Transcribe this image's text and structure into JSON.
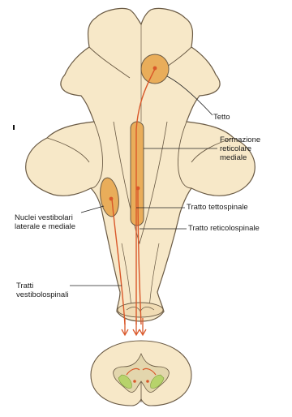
{
  "labels": {
    "tetto": "Tetto",
    "formazione": "Formazione\nreticolare\nmediale",
    "tettospinale": "Tratto tettospinale",
    "reticolospinale": "Tratto reticolospinale",
    "nuclei": "Nuclei vestibolari\nlaterale e mediale",
    "vestibolospinali": "Tratti\nvestibolospinali"
  },
  "colors": {
    "tissue": "#f7e8c8",
    "tissue_outline": "#6a5a44",
    "nucleus": "#e9ad5a",
    "tract": "#d9582a",
    "grey_matter": "#e3d6ad",
    "highlight": "#b7d36b"
  }
}
